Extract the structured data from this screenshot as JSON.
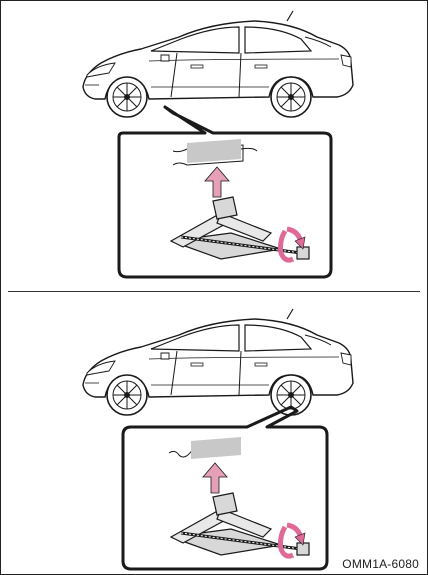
{
  "figure_code": "OMM1A-6080",
  "colors": {
    "line": "#1a1a1a",
    "arrow": "#e5a0b8",
    "rotation": "#e06a96",
    "panel": "#c8c8c8",
    "jack_body": "#d8d8d8"
  },
  "panels": [
    {
      "id": "top",
      "icon": "scissor-jack-under-front-jack-point"
    },
    {
      "id": "bottom",
      "icon": "scissor-jack-under-rear-jack-point"
    }
  ]
}
